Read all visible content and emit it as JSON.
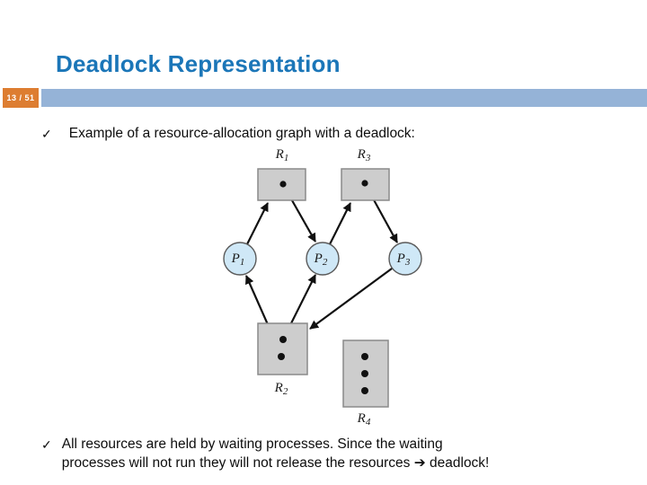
{
  "slide": {
    "title": "Deadlock Representation",
    "page_badge": "13 / 51",
    "colors": {
      "title_blue": "#1b76b8",
      "bar_blue": "#95b3d7",
      "badge_orange": "#dd7d31",
      "resource_fill": "#cdcdcd",
      "resource_border": "#8a8a8a",
      "process_fill": "#cfe8f7",
      "process_border": "#5a5a5a",
      "edge_black": "#111111",
      "instance_dot": "#111111"
    }
  },
  "bullets": {
    "b1": {
      "mark": "✓",
      "text": "Example of a resource-allocation graph with a deadlock:"
    },
    "b2": {
      "mark": "✓",
      "line1": "All resources are held by waiting processes. Since the waiting",
      "line2": "processes will not run they will not release the resources ➔ deadlock!"
    }
  },
  "diagram": {
    "nodes": {
      "r1": {
        "main": "R",
        "sub": "1",
        "type": "resource",
        "instances": 1
      },
      "r2": {
        "main": "R",
        "sub": "2",
        "type": "resource",
        "instances": 2
      },
      "r3": {
        "main": "R",
        "sub": "3",
        "type": "resource",
        "instances": 1
      },
      "r4": {
        "main": "R",
        "sub": "4",
        "type": "resource",
        "instances": 3
      },
      "p1": {
        "main": "P",
        "sub": "1",
        "type": "process"
      },
      "p2": {
        "main": "P",
        "sub": "2",
        "type": "process"
      },
      "p3": {
        "main": "P",
        "sub": "3",
        "type": "process"
      }
    },
    "edges": [
      {
        "from": "P1",
        "to": "R1"
      },
      {
        "from": "R1",
        "to": "P2"
      },
      {
        "from": "P2",
        "to": "R3"
      },
      {
        "from": "R3",
        "to": "P3"
      },
      {
        "from": "R2",
        "to": "P1"
      },
      {
        "from": "R2",
        "to": "P2"
      },
      {
        "from": "P3",
        "to": "R2"
      }
    ]
  }
}
